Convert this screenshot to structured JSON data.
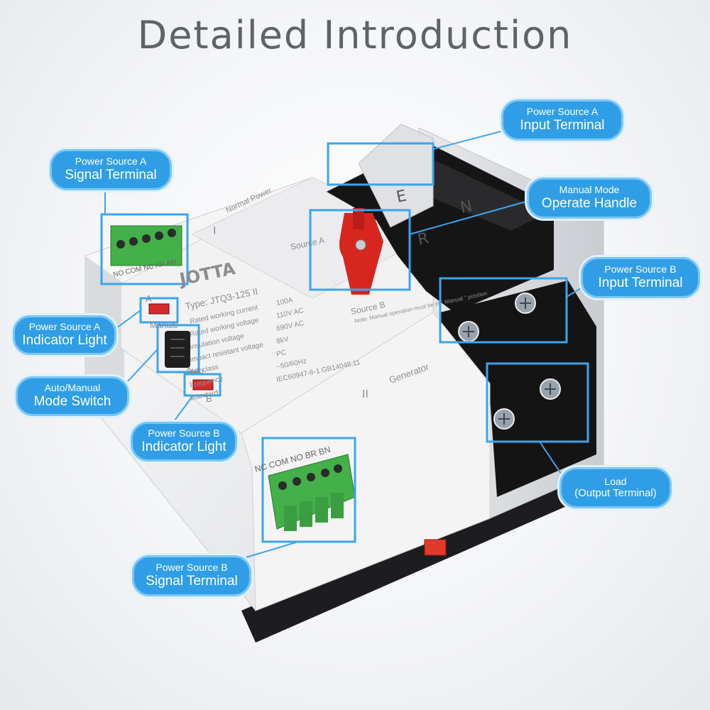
{
  "title": "Detailed Introduction",
  "callouts": {
    "a_input": {
      "l1": "Power Source A",
      "l2": "Input Terminal"
    },
    "a_signal": {
      "l1": "Power Source A",
      "l2": "Signal Terminal"
    },
    "handle": {
      "l1": "Manual Mode",
      "l2": "Operate Handle"
    },
    "b_input": {
      "l1": "Power Source B",
      "l2": "Input Terminal"
    },
    "a_indicator": {
      "l1": "Power Source A",
      "l2": "Indicator Light"
    },
    "mode_switch": {
      "l1": "Auto/Manual",
      "l2": "Mode Switch"
    },
    "b_indicator": {
      "l1": "Power Source B",
      "l2": "Indicator Light"
    },
    "load": {
      "l1": "Load",
      "l2": "(Output Terminal)"
    },
    "b_signal": {
      "l1": "Power Source B",
      "l2": "Signal Terminal"
    }
  },
  "device": {
    "brand": "JOTTA",
    "type_label": "Type:",
    "type_value": "JTQ3-125 II",
    "specs": [
      {
        "name": "Rated working current",
        "value": "100A"
      },
      {
        "name": "Rated working voltage",
        "value": "110V AC"
      },
      {
        "name": "Insulation voltage",
        "value": "690V AC"
      },
      {
        "name": "Impact  resistant voltage",
        "value": "8kV"
      },
      {
        "name": "Tes class",
        "value": "PC"
      },
      {
        "name": "Frequency",
        "value": "~50/60Hz"
      },
      {
        "name": "Standard",
        "value": "IEC60947-6-1 GB14048.11"
      }
    ],
    "source_a": "Source A",
    "source_b": "Source B",
    "normal_power": "Normal Power",
    "generator": "Generator",
    "panel_i": "I",
    "panel_ii": "II",
    "indicator_a": "A",
    "indicator_b": "B",
    "manual": "Manual",
    "auto": "Auto",
    "note": "Note: Manual operation must be in \" Manual \" position",
    "terminal_a_labels": "NO COM NC AR AN",
    "terminal_b_labels": "NC COM NO BR BN",
    "handle_letters": [
      "E",
      "R",
      "N"
    ]
  },
  "colors": {
    "callout": "#2f9ee6",
    "highlight": "#3aa5ee",
    "handle": "#d7261e",
    "terminal": "#43b04a",
    "title": "#5f6266"
  }
}
